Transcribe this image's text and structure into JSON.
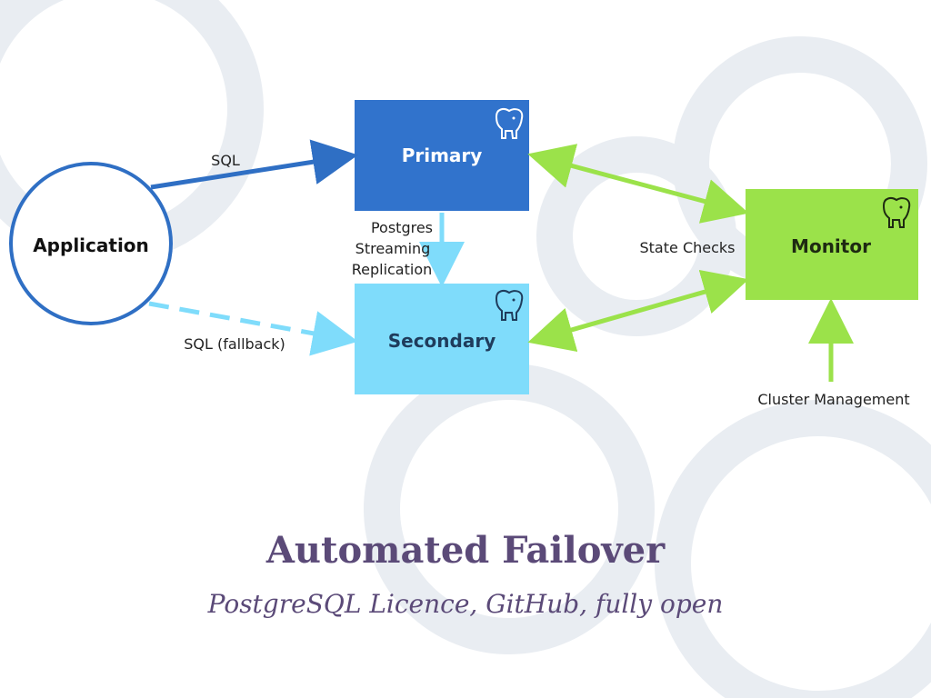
{
  "slide": {
    "title": "Automated Failover",
    "subtitle": "PostgreSQL Licence, GitHub, fully open"
  },
  "diagram": {
    "nodes": {
      "application": {
        "label": "Application",
        "color": "#2f6fc4"
      },
      "primary": {
        "label": "Primary",
        "color": "#3173cc",
        "icon": "postgresql-elephant-icon"
      },
      "secondary": {
        "label": "Secondary",
        "color": "#7fdcfb",
        "icon": "postgresql-elephant-icon"
      },
      "monitor": {
        "label": "Monitor",
        "color": "#9be24a",
        "icon": "postgresql-elephant-icon"
      }
    },
    "edges": {
      "sql": "SQL",
      "sql_fallback": "SQL (fallback)",
      "replication": [
        "Postgres",
        "Streaming",
        "Replication"
      ],
      "state_checks": "State Checks",
      "cluster_management": "Cluster Management"
    },
    "colors": {
      "sql_arrow": "#2f6fc4",
      "fallback_arrow": "#7fdcfb",
      "replication_arrow": "#7fdcfb",
      "state_arrow": "#9be24a",
      "cluster_arrow": "#9be24a",
      "title": "#5b4a78"
    }
  }
}
